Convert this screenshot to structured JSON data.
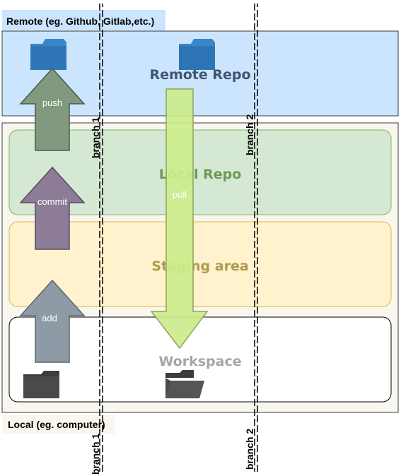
{
  "regions": {
    "remote_label": "Remote (eg. Github, Gitlab,etc.)",
    "local_label": "Local (eg. computer)"
  },
  "areas": {
    "remote_repo": "Remote Repo",
    "local_repo": "Local Repo",
    "staging_area": "Staging area",
    "workspace": "Workspace"
  },
  "arrows": {
    "push": "push",
    "commit": "commit",
    "add": "add",
    "pull": "pull"
  },
  "branches": {
    "branch1": "branch 1",
    "branch2": "branch 2"
  },
  "colors": {
    "remote_bg": "#cce5ff",
    "local_bg": "#f9f7ed",
    "local_repo_bg": "#d5e8d4",
    "staging_bg": "#fff2cc",
    "push_arrow": "#819a7f",
    "commit_arrow": "#8d7c98",
    "add_arrow": "#8e9aa6",
    "pull_arrow": "#cdeb8b"
  },
  "icons": {
    "remote_folder_1": "folder-icon",
    "remote_folder_2": "folder-icon",
    "workspace_folder": "folder-icon",
    "workspace_folder_open": "folder-open-icon"
  }
}
